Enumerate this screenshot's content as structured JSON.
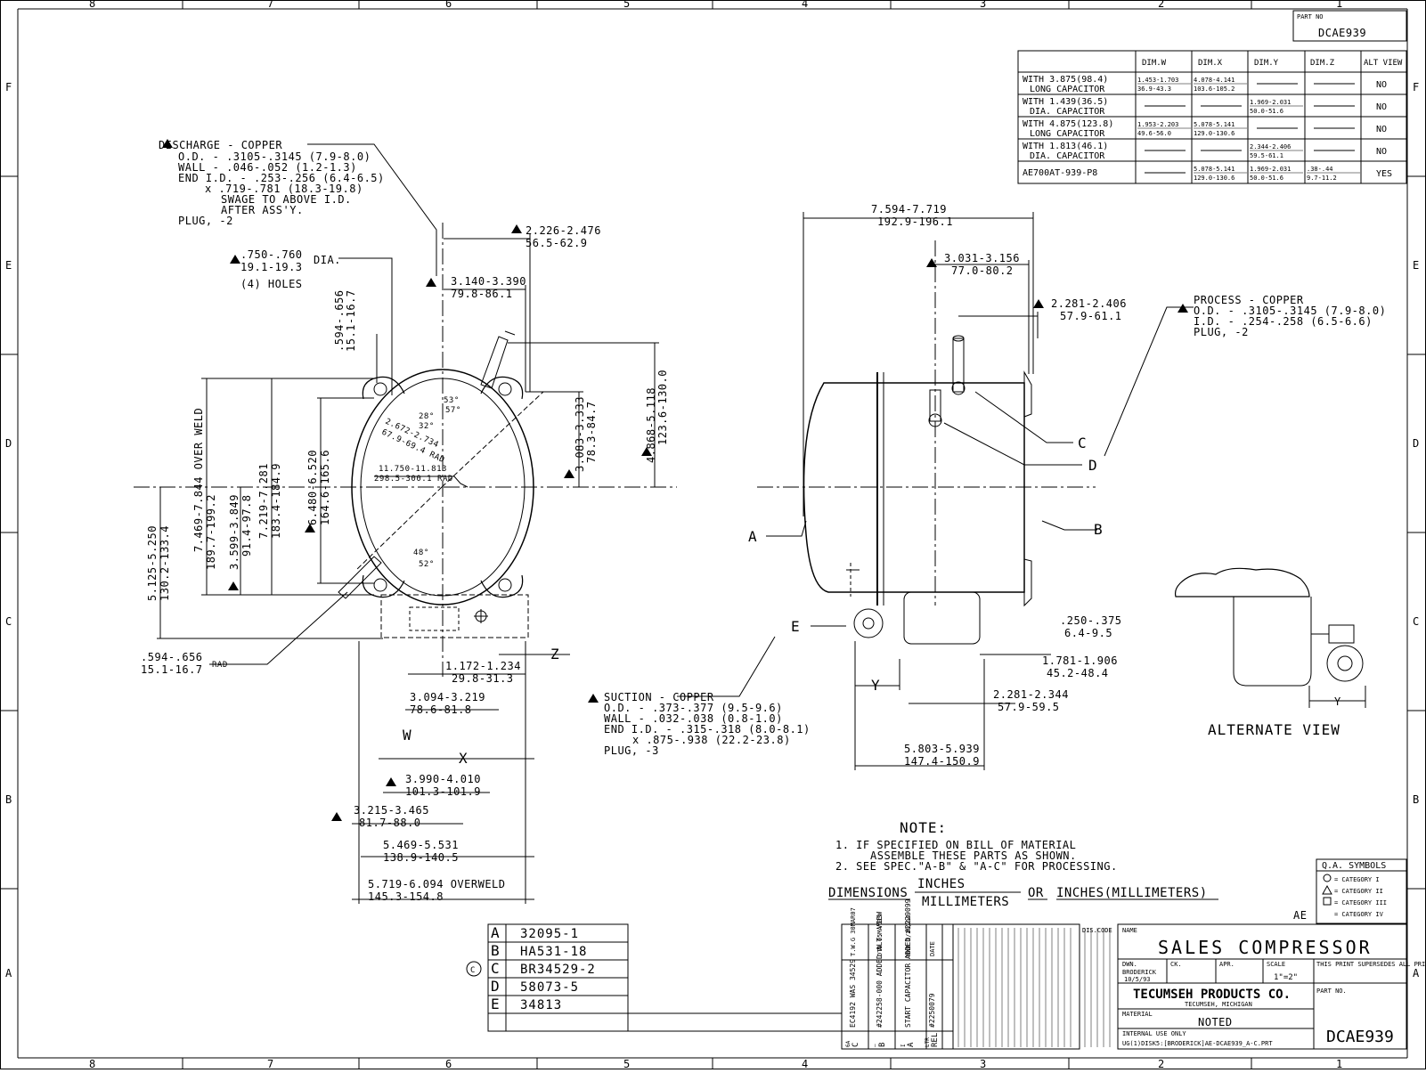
{
  "zones_top": [
    "8",
    "7",
    "6",
    "5",
    "4",
    "3",
    "2",
    "1"
  ],
  "zones_side": [
    "F",
    "E",
    "D",
    "C",
    "B",
    "A"
  ],
  "part_no_label": "PART NO",
  "part_no": "DCAE939",
  "dim_table": {
    "headers": [
      "DIM.W",
      "DIM.X",
      "DIM.Y",
      "DIM.Z",
      "ALT VIEW"
    ],
    "rows": [
      {
        "desc1": "WITH 3.875(98.4)",
        "desc2": "LONG CAPACITOR",
        "w1": "1.453-1.703",
        "w2": "36.9-43.3",
        "x1": "4.078-4.141",
        "x2": "103.6-105.2",
        "y1": "",
        "y2": "",
        "z1": "",
        "z2": "",
        "alt": "NO"
      },
      {
        "desc1": "WITH 1.439(36.5)",
        "desc2": "DIA. CAPACITOR",
        "w1": "",
        "w2": "",
        "x1": "",
        "x2": "",
        "y1": "1.969-2.031",
        "y2": "50.0-51.6",
        "z1": "",
        "z2": "",
        "alt": "NO"
      },
      {
        "desc1": "WITH 4.875(123.8)",
        "desc2": "LONG CAPACITOR",
        "w1": "1.953-2.203",
        "w2": "49.6-56.0",
        "x1": "5.078-5.141",
        "x2": "129.0-130.6",
        "y1": "",
        "y2": "",
        "z1": "",
        "z2": "",
        "alt": "NO"
      },
      {
        "desc1": "WITH 1.813(46.1)",
        "desc2": "DIA. CAPACITOR",
        "w1": "",
        "w2": "",
        "x1": "",
        "x2": "",
        "y1": "2.344-2.406",
        "y2": "59.5-61.1",
        "z1": "",
        "z2": "",
        "alt": "NO"
      },
      {
        "desc1": "AE700AT-939-P8",
        "desc2": "",
        "w1": "",
        "w2": "",
        "x1": "5.078-5.141",
        "x2": "129.0-130.6",
        "y1": "1.969-2.031",
        "y2": "50.0-51.6",
        "z1": ".38-.44",
        "z2": "9.7-11.2",
        "alt": "YES"
      }
    ]
  },
  "discharge": [
    "DISCHARGE - COPPER",
    "O.D. - .3105-.3145 (7.9-8.0)",
    "WALL - .046-.052 (1.2-1.3)",
    "END I.D. - .253-.256 (6.4-6.5)",
    "x .719-.781 (18.3-19.8)",
    "SWAGE TO ABOVE I.D.",
    "AFTER ASS'Y.",
    "PLUG, -2"
  ],
  "holes": [
    ".750-.760",
    "19.1-19.3",
    "DIA.",
    "(4) HOLES"
  ],
  "process": [
    "PROCESS - COPPER",
    "O.D. - .3105-.3145 (7.9-8.0)",
    "I.D. - .254-.258 (6.5-6.6)",
    "PLUG, -2"
  ],
  "suction": [
    "SUCTION - COPPER",
    "O.D. - .373-.377 (9.5-9.6)",
    "WALL - .032-.038 (0.8-1.0)",
    "END I.D. - .315-.318 (8.0-8.1)",
    "x .875-.938 (22.2-23.8)",
    "PLUG, -3"
  ],
  "dims": {
    "d1a": "2.226-2.476",
    "d1b": "56.5-62.9",
    "d2a": "3.140-3.390",
    "d2b": "79.8-86.1",
    "d3a": ".594-.656",
    "d3b": "15.1-16.7",
    "d4a": "4.868-5.118",
    "d4b": "123.6-130.0",
    "d5a": "3.083-3.333",
    "d5b": "78.3-84.7",
    "d6a": "7.469-7.844 OVER WELD",
    "d6b": "189.7-199.2",
    "d7a": "7.219-7.281",
    "d7b": "183.4-184.9",
    "d8a": "6.480-6.520",
    "d8b": "164.6-165.6",
    "d9a": "3.599-3.849",
    "d9b": "91.4-97.8",
    "d10a": "5.125-5.250",
    "d10b": "130.2-133.4",
    "d11a": ".594-.656",
    "d11b": "15.1-16.7",
    "d11c": "RAD",
    "d12a": "1.172-1.234",
    "d12b": "29.8-31.3",
    "d13a": "3.094-3.219",
    "d13b": "78.6-81.8",
    "d14a": "3.990-4.010",
    "d14b": "101.3-101.9",
    "d15a": "3.215-3.465",
    "d15b": "81.7-88.0",
    "d16a": "5.469-5.531",
    "d16b": "138.9-140.5",
    "d17a": "5.719-6.094 OVERWELD",
    "d17b": "145.3-154.8",
    "d18a": "7.594-7.719",
    "d18b": "192.9-196.1",
    "d19a": "3.031-3.156",
    "d19b": "77.0-80.2",
    "d20a": "2.281-2.406",
    "d20b": "57.9-61.1",
    "d21a": ".250-.375",
    "d21b": "6.4-9.5",
    "d22a": "1.781-1.906",
    "d22b": "45.2-48.4",
    "d23a": "2.281-2.344",
    "d23b": "57.9-59.5",
    "d24a": "5.803-5.939",
    "d24b": "147.4-150.9",
    "ang1": "53°",
    "ang2": "57°",
    "ang3": "28°",
    "ang4": "32°",
    "ang5": "48°",
    "ang6": "52°",
    "rad1": "2.672-2.734",
    "rad2": "67.9-69.4 RAD",
    "rad3": "11.750-11.813",
    "rad4": "298.5-300.1 RAD"
  },
  "letters": {
    "w": "W",
    "x": "X",
    "y": "Y",
    "z": "Z",
    "a": "A",
    "b": "B",
    "c": "C",
    "d": "D",
    "e": "E"
  },
  "alt_view": "ALTERNATE VIEW",
  "note": {
    "title": "NOTE:",
    "n1": "1.  IF SPECIFIED ON BILL OF MATERIAL",
    "n1b": "ASSEMBLE THESE PARTS AS SHOWN.",
    "n2": "2.  SEE SPEC.\"A-B\" & \"A-C\" FOR PROCESSING.",
    "dims_label": "DIMENSIONS",
    "inches": "INCHES",
    "mm": "MILLIMETERS",
    "or": "OR",
    "inmm": "INCHES(MILLIMETERS)"
  },
  "qa": {
    "title": "Q.A. SYMBOLS",
    "c1": "= CATEGORY I",
    "c2": "= CATEGORY II",
    "c3": "= CATEGORY III",
    "c4": "= CATEGORY IV"
  },
  "ae": "AE",
  "parts_list": [
    {
      "letter": "A",
      "part": "32095-1"
    },
    {
      "letter": "B",
      "part": "HA531-18"
    },
    {
      "letter": "C",
      "part": "BR34529-2"
    },
    {
      "letter": "D",
      "part": "58073-5"
    },
    {
      "letter": "E",
      "part": "34813"
    }
  ],
  "revision_mark": "C",
  "rev_cols": [
    "EC4192 WAS 34529",
    "#242258-000 ADDED ALT. VIEW",
    "START CAPACITOR ADDED #2229099",
    "#2250079"
  ],
  "rev_heads": [
    "T.W.G 30MAR07",
    "DTD 05MAY03",
    "MWB 1/28/04",
    "DATE"
  ],
  "rev_letters": [
    "C",
    "B",
    "A",
    "REL"
  ],
  "rev_extra": [
    "6A",
    "—",
    "I",
    "LTR"
  ],
  "title_block": {
    "dis_code": "DIS.CODE",
    "name_label": "NAME",
    "name": "SALES COMPRESSOR",
    "dwn_label": "DWN.",
    "dwn": "BRODERICK",
    "dwn_date": "10/5/93",
    "ck": "CK.",
    "apr": "APR.",
    "scale_label": "SCALE",
    "scale": "1\"=2\"",
    "supersedes": "THIS PRINT SUPERSEDES ALL PRINTS PRIOR TO",
    "company": "TECUMSEH PRODUCTS CO.",
    "city": "TECUMSEH, MICHIGAN",
    "material_label": "MATERIAL",
    "material": "NOTED",
    "part_no_label": "PART NO.",
    "part_no": "DCAE939",
    "internal": "INTERNAL USE ONLY",
    "file": "UG(1)DISK5:[BRODERICK]AE-DCAE939_A-C.PRT"
  }
}
